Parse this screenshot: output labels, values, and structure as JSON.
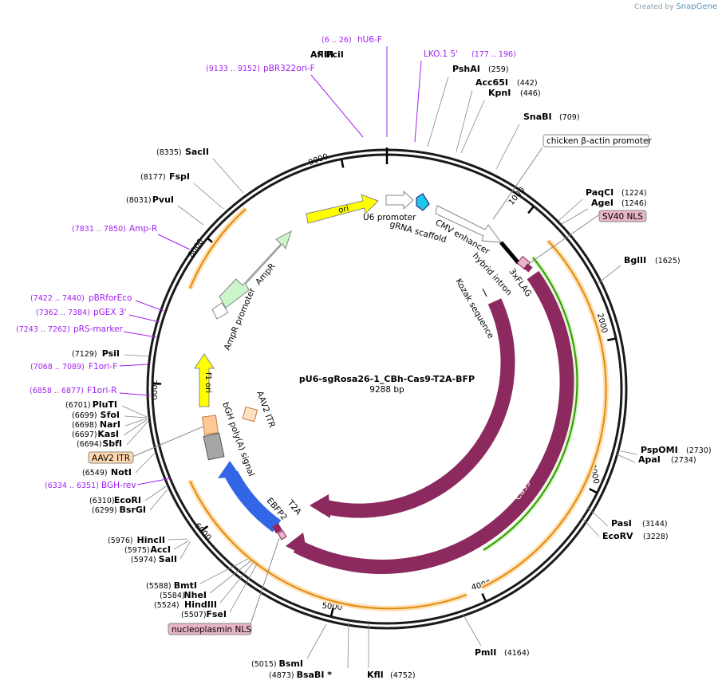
{
  "brand": {
    "prefix": "Created by",
    "name": "SnapGene"
  },
  "plasmid": {
    "name": "pU6-sgRosa26-1_CBh-Cas9-T2A-BFP",
    "length_label": "9288 bp",
    "length": 9288
  },
  "ticks": [
    "1000",
    "2000",
    "3000",
    "4000",
    "5000",
    "6000",
    "7000",
    "8000",
    "9000"
  ],
  "sites": [
    {
      "name": "AflIII",
      "pos": "(0)"
    },
    {
      "name": "- PciI",
      "pos": ""
    },
    {
      "name": "PshAI",
      "pos": "(259)"
    },
    {
      "name": "Acc65I",
      "pos": "(442)"
    },
    {
      "name": "KpnI",
      "pos": "(446)"
    },
    {
      "name": "SnaBI",
      "pos": "(709)"
    },
    {
      "name": "PaqCI",
      "pos": "(1224)"
    },
    {
      "name": "AgeI",
      "pos": "(1246)"
    },
    {
      "name": "BglII",
      "pos": "(1625)"
    },
    {
      "name": "PspOMI",
      "pos": "(2730)"
    },
    {
      "name": "ApaI",
      "pos": "(2734)"
    },
    {
      "name": "PasI",
      "pos": "(3144)"
    },
    {
      "name": "EcoRV",
      "pos": "(3228)"
    },
    {
      "name": "PmlI",
      "pos": "(4164)"
    },
    {
      "name": "KflI",
      "pos": "(4752)"
    },
    {
      "name": "BsaBI *",
      "pos": "(4873)"
    },
    {
      "name": "BsmI",
      "pos": "(5015)"
    },
    {
      "name": "FseI",
      "pos": "(5507)"
    },
    {
      "name": "HindIII",
      "pos": "(5524)"
    },
    {
      "name": "NheI",
      "pos": "(5584)"
    },
    {
      "name": "BmtI",
      "pos": "(5588)"
    },
    {
      "name": "SalI",
      "pos": "(5974)"
    },
    {
      "name": "AccI",
      "pos": "(5975)"
    },
    {
      "name": "HincII",
      "pos": "(5976)"
    },
    {
      "name": "BsrGI",
      "pos": "(6299)"
    },
    {
      "name": "EcoRI",
      "pos": "(6310)"
    },
    {
      "name": "NotI",
      "pos": "(6549)"
    },
    {
      "name": "SbfI",
      "pos": "(6694)"
    },
    {
      "name": "KasI",
      "pos": "(6697)"
    },
    {
      "name": "NarI",
      "pos": "(6698)"
    },
    {
      "name": "SfoI",
      "pos": "(6699)"
    },
    {
      "name": "PluTI",
      "pos": "(6701)"
    },
    {
      "name": "PsiI",
      "pos": "(7129)"
    },
    {
      "name": "PvuI",
      "pos": "(8031)"
    },
    {
      "name": "FspI",
      "pos": "(8177)"
    },
    {
      "name": "SacII",
      "pos": "(8335)"
    }
  ],
  "primers": [
    {
      "name": "hU6-F",
      "range": "(6 .. 26)"
    },
    {
      "name": "LKO.1 5'",
      "range": "(177 .. 196)"
    },
    {
      "name": "pBR322ori-F",
      "range": "(9133 .. 9152)"
    },
    {
      "name": "Amp-R",
      "range": "(7831 .. 7850)"
    },
    {
      "name": "pBRforEco",
      "range": "(7422 .. 7440)"
    },
    {
      "name": "pGEX 3'",
      "range": "(7362 .. 7384)"
    },
    {
      "name": "pRS-marker",
      "range": "(7243 .. 7262)"
    },
    {
      "name": "F1ori-F",
      "range": "(7068 .. 7089)"
    },
    {
      "name": "F1ori-R",
      "range": "(6858 .. 6877)"
    },
    {
      "name": "BGH-rev",
      "range": "(6334 .. 6351)"
    }
  ],
  "features": {
    "chicken_actin": "chicken β-actin promoter",
    "sv40_nls": "SV40 NLS",
    "aav2_itr_box": "AAV2 ITR",
    "nucleoplasmin_nls": "nucleoplasmin NLS",
    "ori": "ori",
    "u6_promoter": "U6 promoter",
    "grna_scaffold": "gRNA scaffold",
    "cmv_enhancer": "CMV enhancer",
    "hybrid_intron": "hybrid intron",
    "flag": "3xFLAG",
    "kozak": "Kozak sequence",
    "cas9_inner": "Cas9",
    "cas9_outer": "Cas9",
    "ampr": "AmpR",
    "ampr_promoter": "AmpR promoter",
    "f1_ori": "f1 ori",
    "aav2_itr": "AAV2 ITR",
    "bgh": "bGH poly(A) signal",
    "ebfp2": "EBFP2",
    "t2a": "T2A"
  },
  "colors": {
    "backbone": "#1a1a1a",
    "cas9": "#8c2a5f",
    "ori": "#ffff00",
    "ampr": "#ccf5cc",
    "ebfp2": "#3366e6",
    "f1_ori": "#ffff00",
    "itr": "#ffd8b0",
    "bgh": "#a6a6a6",
    "primer": "#a020f0",
    "orange_arc": "#f0a030",
    "green_arc": "#339900",
    "nls": "#e8b4c8"
  }
}
